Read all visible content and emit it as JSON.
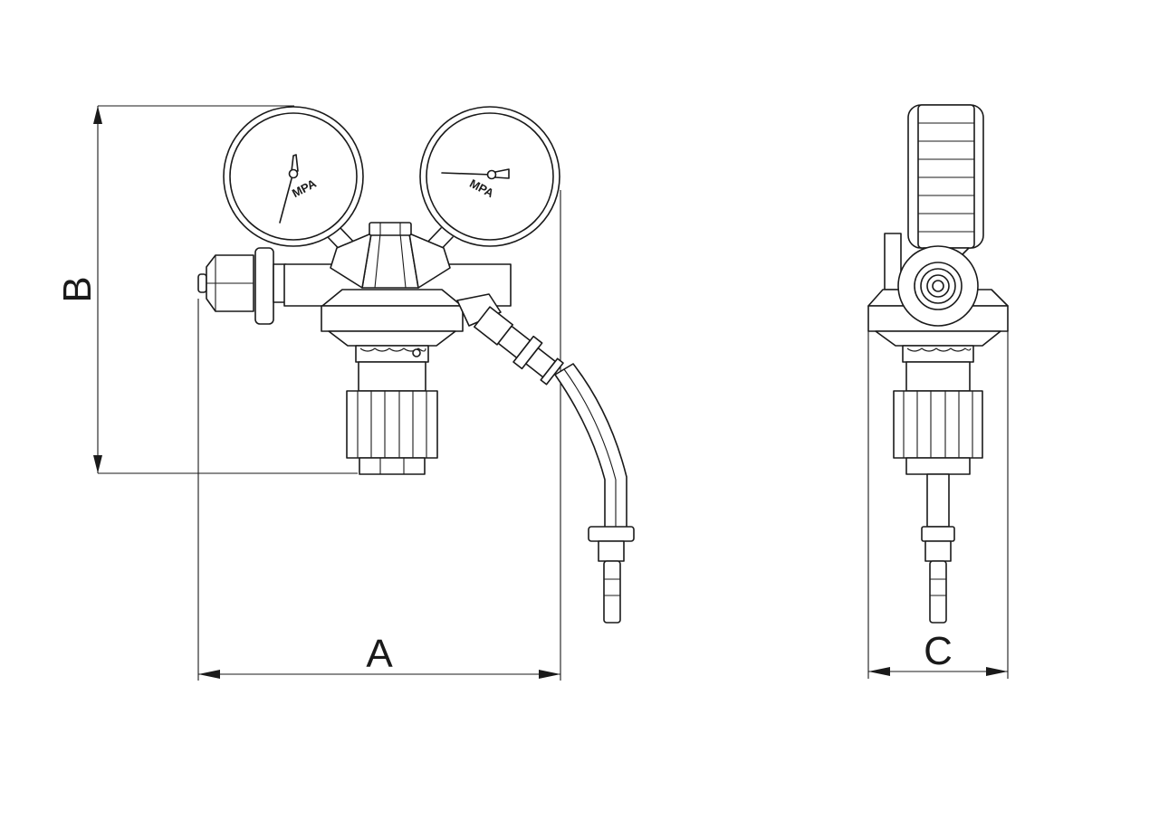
{
  "dimensions": {
    "width_label": "A",
    "height_label": "B",
    "depth_label": "C"
  },
  "gauges": {
    "left_unit": "MPA",
    "right_unit": "MPA"
  }
}
